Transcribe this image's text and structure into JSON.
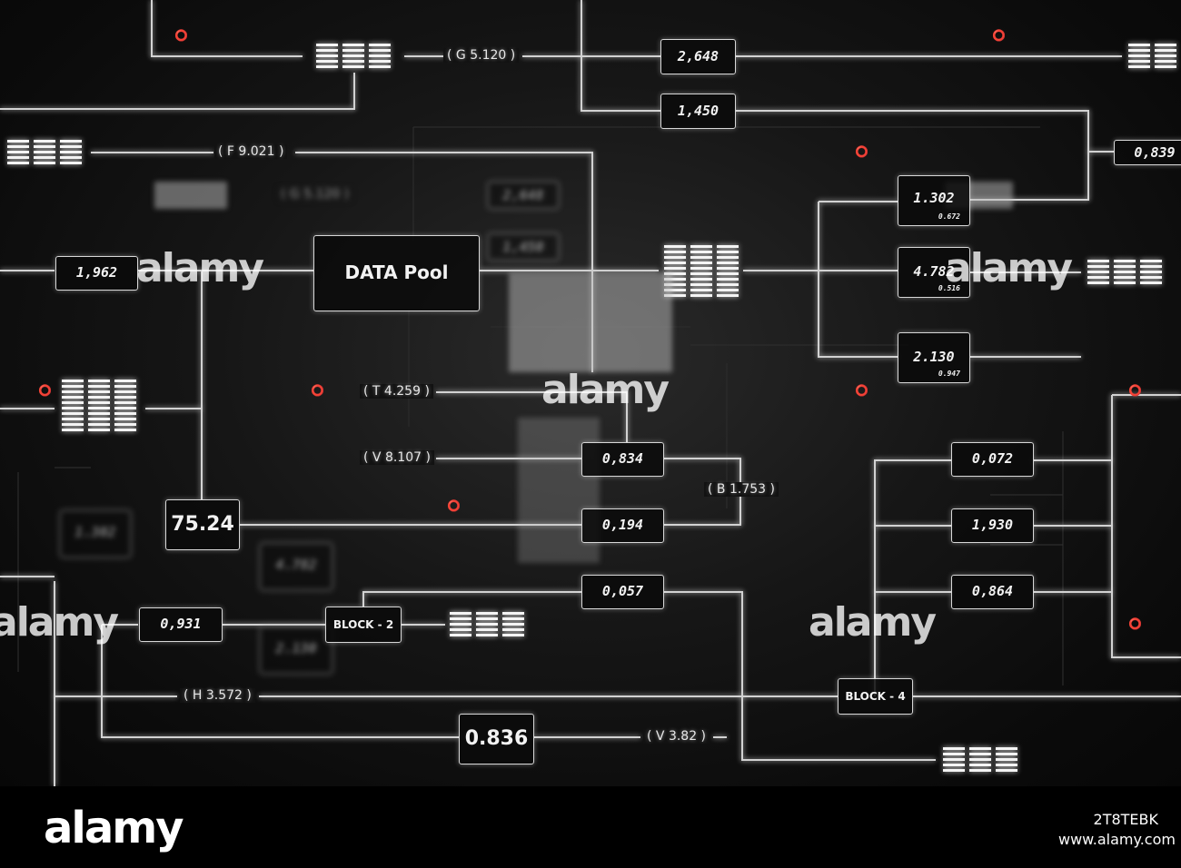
{
  "diagram": {
    "center_label": "DATA Pool",
    "blocks": [
      "BLOCK - 2",
      "BLOCK - 4"
    ],
    "big_values": [
      "75.24",
      "0.836"
    ],
    "values": [
      "2,648",
      "1,450",
      "0,839",
      "1,962",
      "0,834",
      "0,194",
      "0,057",
      "0,931",
      "0,072",
      "1,930",
      "0,864"
    ],
    "stacked_values": [
      {
        "main": "1.302",
        "sub": "0.672"
      },
      {
        "main": "4.782",
        "sub": "0.516"
      },
      {
        "main": "2.130",
        "sub": "0.947"
      }
    ],
    "labels": [
      "( G 5.120 )",
      "( F 9.021 )",
      "( T 4.259 )",
      "( V 8.107 )",
      "( B 1.753 )",
      "( H 3.572 )",
      "( V 3.82 )"
    ],
    "ghost_texts": [
      "2,648",
      "1,450",
      "( G 5.120 )",
      "1.302",
      "4.782",
      "2.130"
    ]
  },
  "watermark": "alamy",
  "footer": {
    "brand": "alamy",
    "image_id": "2T8TEBK",
    "site": "www.alamy.com"
  }
}
